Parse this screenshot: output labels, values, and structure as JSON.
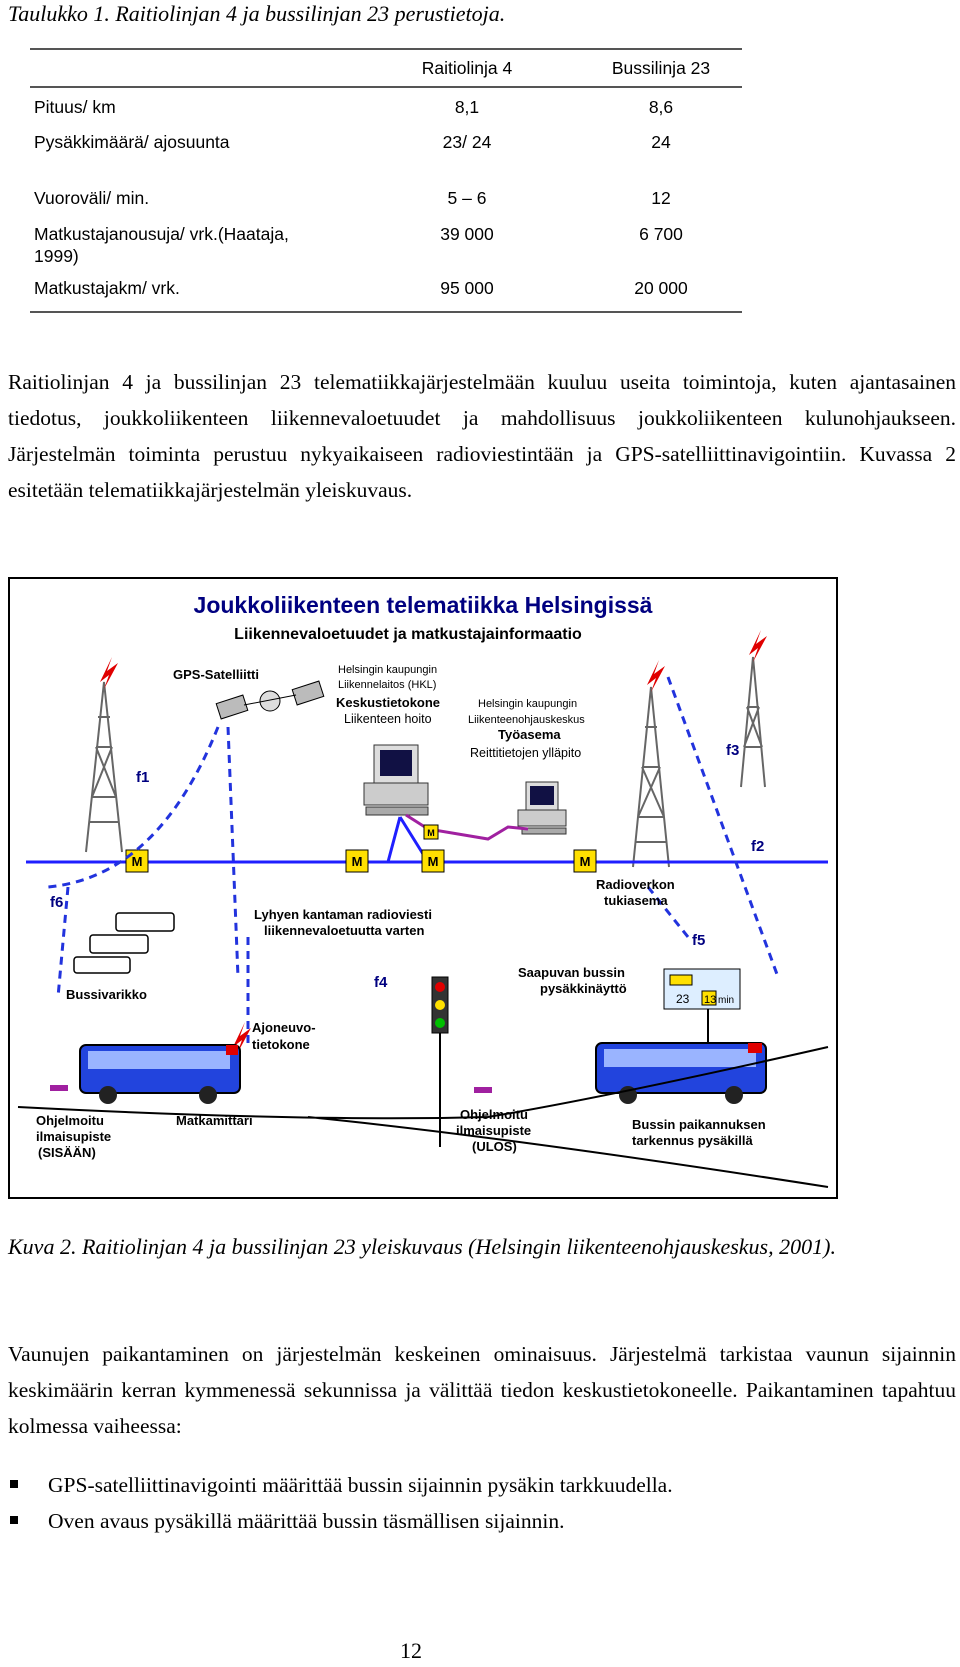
{
  "table_caption": "Taulukko 1. Raitiolinjan 4 ja bussilinjan 23 perustietoja.",
  "table": {
    "headers": [
      "Raitiolinja 4",
      "Bussilinja 23"
    ],
    "rows": [
      {
        "label": "Pituus/ km",
        "v1": "8,1",
        "v2": "8,6"
      },
      {
        "label": "Pysäkkimäärä/ ajosuunta",
        "v1": "23/ 24",
        "v2": "24"
      },
      {
        "label": "Vuoroväli/ min.",
        "v1": "5 – 6",
        "v2": "12"
      },
      {
        "label": "Matkustajanousuja/ vrk.(Haataja, 1999)",
        "v1": "39 000",
        "v2": "6 700"
      },
      {
        "label": "Matkustajakm/ vrk.",
        "v1": "95 000",
        "v2": "20 000"
      }
    ]
  },
  "paragraph1": "Raitiolinjan 4 ja bussilinjan 23 telematiikkajärjestelmään kuuluu useita toimintoja, kuten ajantasainen tiedotus, joukkoliikenteen liikennevaloetuudet ja mahdollisuus joukkoliikenteen kulunohjaukseen. Järjestelmän toiminta perustuu nykyaikaiseen radioviestintään ja GPS-satelliittinavigointiin. Kuvassa 2 esitetään telematiikkajärjestelmän yleiskuvaus.",
  "figure": {
    "title": "Joukkoliikenteen telematiikka Helsingissä",
    "subtitle": "Liikennevaloetuudet ja matkustajainformaatio",
    "gps_label": "GPS-Satelliitti",
    "hkl_lines": [
      "Helsingin kaupungin",
      "Liikennelaitos (HKL)"
    ],
    "hkl_bold": "Keskustietokone",
    "hkl_sub": "Liikenteen hoito",
    "khk_lines": [
      "Helsingin kaupungin",
      "Liikenteenohjauskeskus"
    ],
    "khk_bold": "Työasema",
    "khk_sub": "Reittitietojen ylläpito",
    "f1": "f1",
    "f2": "f2",
    "f3": "f3",
    "f4": "f4",
    "f5": "f5",
    "f6": "f6",
    "modem": "M",
    "radio_base": [
      "Radioverkon",
      "tukiasema"
    ],
    "short_range": [
      "Lyhyen kantaman radioviesti",
      "liikennevaloetuutta varten"
    ],
    "depot": "Bussivarikko",
    "bus_display": [
      "Saapuvan bussin",
      "pysäkkinäyttö"
    ],
    "display_line": "23",
    "display_time": "13",
    "display_unit": "min",
    "onboard": [
      "Ajoneuvo-",
      "tietokone"
    ],
    "odometer": "Matkamittari",
    "point_in": [
      "Ohjelmoitu",
      "ilmaisupiste",
      "(SISÄÄN)"
    ],
    "point_out": [
      "Ohjelmoitu",
      "ilmaisupiste",
      "(ULOS)"
    ],
    "stop_fix": [
      "Bussin paikannuksen",
      "tarkennus pysäkillä"
    ],
    "colors": {
      "title": "#000080",
      "bus": "#2244dd",
      "network": "#1f1fff",
      "link": "#a020a0",
      "radio": "#e00000",
      "modem": "#ffe000"
    }
  },
  "figure_caption": "Kuva 2. Raitiolinjan 4 ja bussilinjan 23 yleiskuvaus (Helsingin liikenteenohjauskeskus, 2001).",
  "paragraph2": "Vaunujen paikantaminen on järjestelmän keskeinen ominaisuus. Järjestelmä tarkistaa vaunun sijainnin keskimäärin kerran kymmenessä sekunnissa ja välittää tiedon keskustietokoneelle. Paikantaminen tapahtuu kolmessa vaiheessa:",
  "bullets": [
    "GPS-satelliittinavigointi määrittää bussin sijainnin pysäkin tarkkuudella.",
    "Oven avaus pysäkillä määrittää bussin täsmällisen sijainnin."
  ],
  "page_number": "12"
}
